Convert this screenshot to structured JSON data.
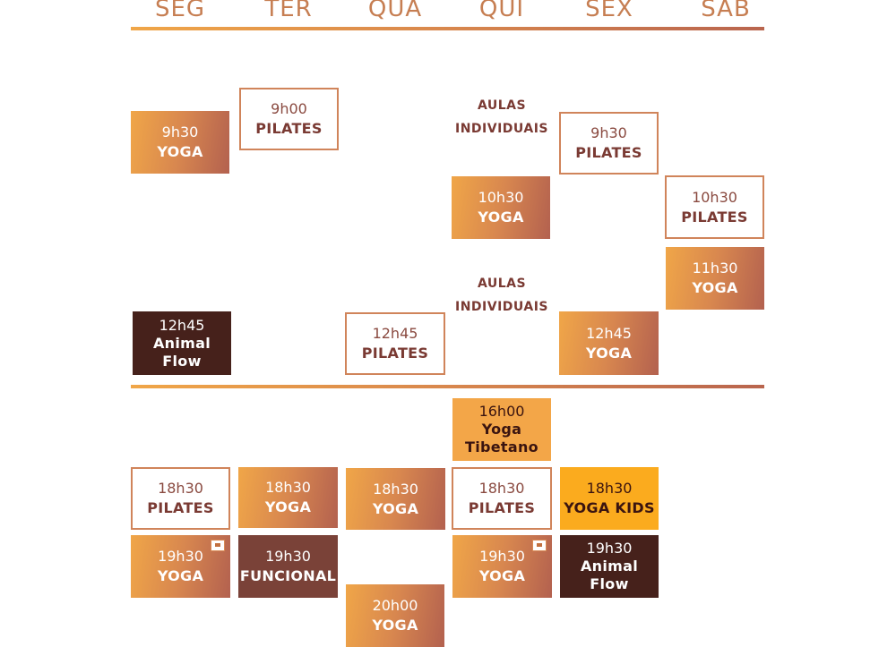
{
  "days": [
    "SEG",
    "TER",
    "QUA",
    "QUI",
    "SEX",
    "SAB"
  ],
  "individual": {
    "line1": "AULAS",
    "line2": "INDIVIDUAIS"
  },
  "classes": {
    "seg_0930": {
      "time": "9h30",
      "name": "YOGA"
    },
    "ter_0900": {
      "time": "9h00",
      "name": "PILATES"
    },
    "sex_0930": {
      "time": "9h30",
      "name": "PILATES"
    },
    "qui_1030": {
      "time": "10h30",
      "name": "YOGA"
    },
    "sab_1030": {
      "time": "10h30",
      "name": "PILATES"
    },
    "sab_1130": {
      "time": "11h30",
      "name": "YOGA"
    },
    "seg_1245": {
      "time": "12h45",
      "name_1": "Animal",
      "name_2": "Flow"
    },
    "qua_1245": {
      "time": "12h45",
      "name": "PILATES"
    },
    "sex_1245": {
      "time": "12h45",
      "name": "YOGA"
    },
    "qui_1600": {
      "time": "16h00",
      "name_1": "Yoga",
      "name_2": "Tibetano"
    },
    "seg_1830": {
      "time": "18h30",
      "name": "PILATES"
    },
    "ter_1830": {
      "time": "18h30",
      "name": "YOGA"
    },
    "qua_1830": {
      "time": "18h30",
      "name": "YOGA"
    },
    "qui_1830": {
      "time": "18h30",
      "name": "PILATES"
    },
    "sex_1830": {
      "time": "18h30",
      "name": "YOGA KIDS"
    },
    "seg_1930": {
      "time": "19h30",
      "name": "YOGA"
    },
    "ter_1930": {
      "time": "19h30",
      "name": "FUNCIONAL"
    },
    "qui_1930": {
      "time": "19h30",
      "name": "YOGA"
    },
    "sex_1930": {
      "time": "19h30",
      "name_1": "Animal",
      "name_2": "Flow"
    },
    "qua_2000": {
      "time": "20h00",
      "name": "YOGA"
    }
  }
}
